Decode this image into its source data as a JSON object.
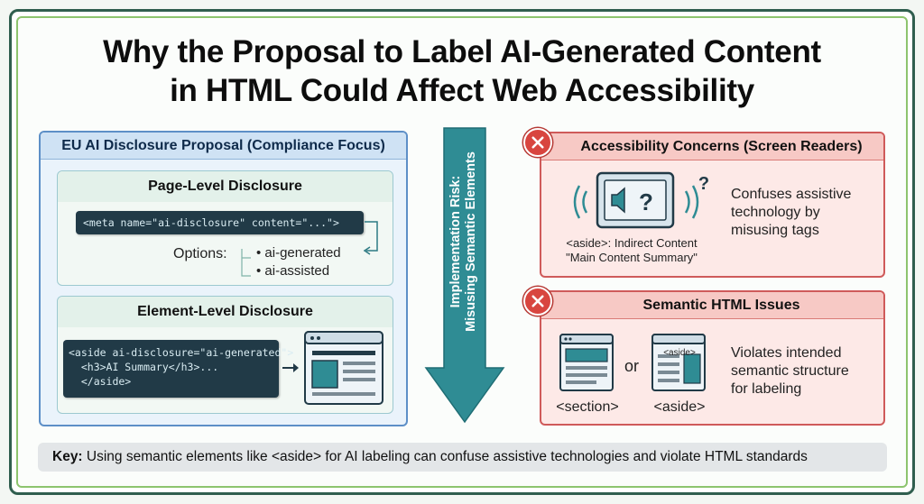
{
  "title_line1": "Why the Proposal to Label AI-Generated Content",
  "title_line2": "in HTML Could Affect Web Accessibility",
  "left": {
    "header": "EU AI Disclosure Proposal (Compliance Focus)",
    "page_level": {
      "title": "Page-Level Disclosure",
      "code": "<meta name=\"ai-disclosure\" content=\"...\">",
      "options_label": "Options:",
      "options": [
        "• ai-generated",
        "• ai-assisted"
      ]
    },
    "element_level": {
      "title": "Element-Level Disclosure",
      "code_lines": [
        "<aside ai-disclosure=\"ai-generated\">",
        "  <h3>AI Summary</h3>...",
        "  </aside>"
      ]
    }
  },
  "center_arrow": {
    "line1": "Implementation Risk:",
    "line2": "Misusing Semantic Elements"
  },
  "right": {
    "accessibility": {
      "header": "Accessibility Concerns (Screen Readers)",
      "caption_line1": "<aside>: Indirect Content",
      "caption_line2": "\"Main Content Summary\"",
      "text": [
        "Confuses assistive",
        "technology by",
        "misusing tags"
      ]
    },
    "semantic": {
      "header": "Semantic HTML Issues",
      "label_section": "<section>",
      "or": "or",
      "label_aside": "<aside>",
      "inner_aside": "<aside>",
      "text": [
        "Violates intended",
        "semantic structure",
        "for labeling"
      ]
    }
  },
  "key": {
    "label": "Key:",
    "text": " Using semantic elements like <aside> for AI labeling can confuse assistive technologies and violate HTML standards"
  },
  "colors": {
    "dark_green": "#2f5e4e",
    "light_green": "#8dc46e",
    "blue": "#5d8fc7",
    "teal_arrow": "#2f8c94",
    "red": "#d8453f"
  }
}
